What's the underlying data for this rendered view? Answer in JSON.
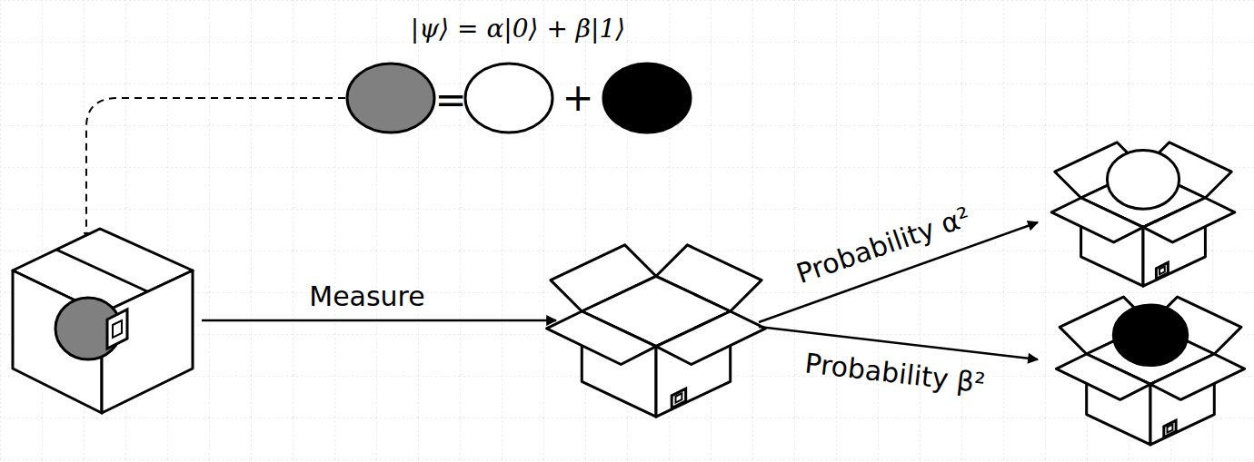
{
  "diagram": {
    "labels": [
      "|ψ⟩ = α|0⟩ + β|1⟩",
      "=",
      "+",
      "Measure",
      "Probability α²",
      "Probability β²"
    ]
  }
}
